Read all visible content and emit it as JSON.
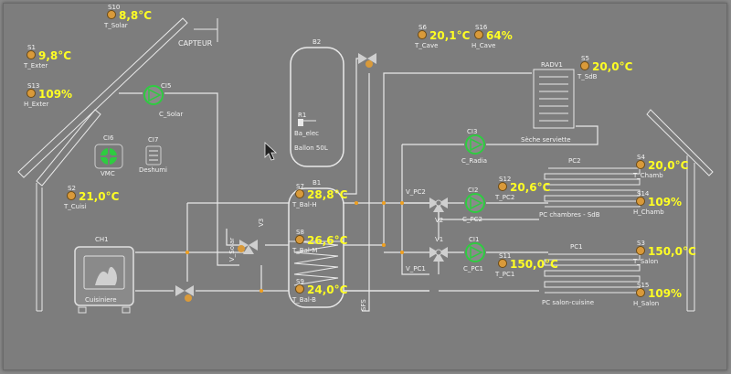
{
  "colors": {
    "background": "#7d7d7d",
    "line": "#e9e9e9",
    "value": "#ffff24",
    "sensor": "#d99a3a",
    "junction": "#f0a020",
    "pump": "#2ecc40"
  },
  "house": {
    "capteur_label": "CAPTEUR"
  },
  "sensors": [
    {
      "id": "S10",
      "tag": "T_Solar",
      "value": "8,8°C"
    },
    {
      "id": "S1",
      "tag": "T_Exter",
      "value": "9,8°C"
    },
    {
      "id": "S13",
      "tag": "H_Exter",
      "value": "109%"
    },
    {
      "id": "S2",
      "tag": "T_Cuisi",
      "value": "21,0°C"
    },
    {
      "id": "S6",
      "tag": "T_Cave",
      "value": "20,1°C"
    },
    {
      "id": "S16",
      "tag": "H_Cave",
      "value": "64%"
    },
    {
      "id": "S5",
      "tag": "T_SdB",
      "value": "20,0°C"
    },
    {
      "id": "S4",
      "tag": "T_Chamb",
      "value": "20,0°C"
    },
    {
      "id": "S14",
      "tag": "H_Chamb",
      "value": "109%"
    },
    {
      "id": "S3",
      "tag": "T_Salon",
      "value": "150,0°C"
    },
    {
      "id": "S15",
      "tag": "H_Salon",
      "value": "109%"
    },
    {
      "id": "S7",
      "tag": "T_Bal-H",
      "value": "28,8°C"
    },
    {
      "id": "S8",
      "tag": "T_Bal-M",
      "value": "26,6°C"
    },
    {
      "id": "S9",
      "tag": "T_Bal-B",
      "value": "24,0°C"
    },
    {
      "id": "S12",
      "tag": "T_PC2",
      "value": "20,6°C"
    },
    {
      "id": "S11",
      "tag": "T_PC1",
      "value": "150,0°C"
    }
  ],
  "equipment": {
    "ci5": {
      "id": "CI5",
      "label": "C_Solar"
    },
    "ci6": {
      "id": "CI6",
      "label": "VMC"
    },
    "ci7": {
      "id": "CI7",
      "label": "Deshumi"
    },
    "ch1": {
      "id": "CH1",
      "label": "Cuisiniere"
    },
    "b2": {
      "id": "B2",
      "label": "Ballon 50L",
      "resistor_id": "R1",
      "resistor_label": "Ba_elec"
    },
    "b1": {
      "id": "B1"
    },
    "v3": {
      "id": "V3",
      "label": "V_Solar"
    },
    "radv1": {
      "id": "RADV1",
      "label": "Sèche serviette"
    },
    "ci3": {
      "id": "CI3",
      "label": "C_Radia"
    },
    "pc2": {
      "id": "PC2",
      "label": "PC chambres - SdB"
    },
    "pc1": {
      "id": "PC1",
      "label": "PC salon-cuisine"
    },
    "v2": {
      "id": "V2",
      "label": "V_PC2"
    },
    "v1": {
      "id": "V1",
      "label": "V_PC1"
    },
    "ci2": {
      "id": "CI2",
      "label": "C_PC2"
    },
    "ci1": {
      "id": "CI1",
      "label": "C_PC1"
    },
    "sfs": {
      "label": "SFS"
    }
  }
}
